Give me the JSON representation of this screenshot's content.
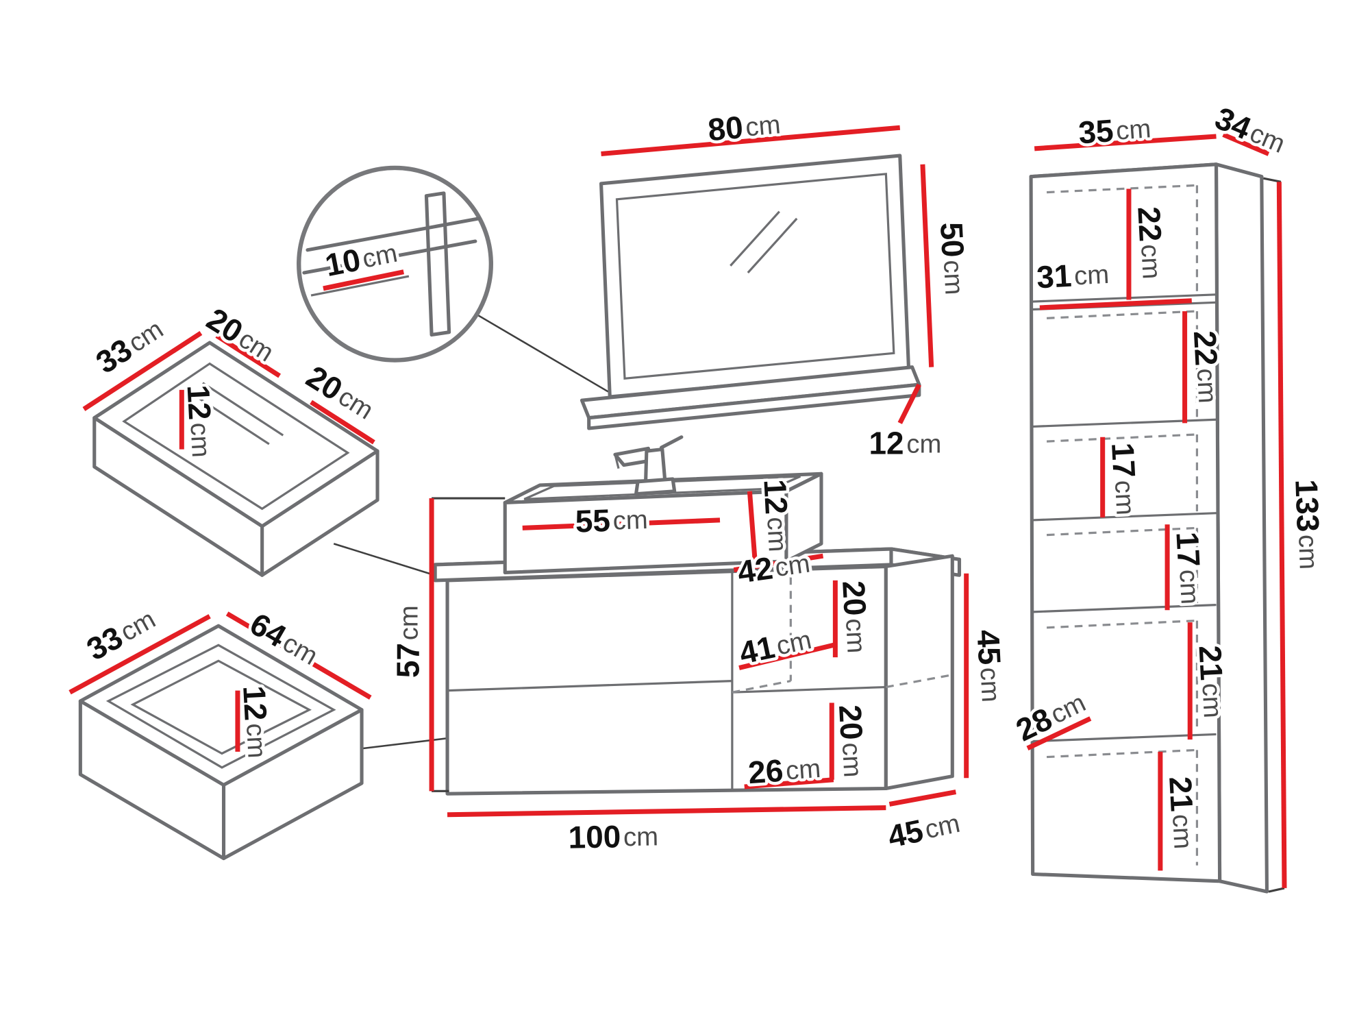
{
  "diagram": {
    "subject": "bathroom-furniture-set-dimensions"
  },
  "colors": {
    "dimension_red": "#e31e24",
    "furniture_gray": "#6d6e71",
    "text_black": "#101010"
  },
  "labels": {
    "mirror_width": {
      "v": "80",
      "u": "cm"
    },
    "mirror_height": {
      "v": "50",
      "u": "cm"
    },
    "mirror_shelf_depth": {
      "v": "12",
      "u": "cm"
    },
    "detail_shelf_depth": {
      "v": "10",
      "u": "cm"
    },
    "basin_drawer_depth": {
      "v": "33",
      "u": "cm"
    },
    "basin_drawer_left_width": {
      "v": "20",
      "u": "cm"
    },
    "basin_drawer_height": {
      "v": "12",
      "u": "cm"
    },
    "basin_drawer_right_width": {
      "v": "20",
      "u": "cm"
    },
    "lower_drawer_depth": {
      "v": "33",
      "u": "cm"
    },
    "lower_drawer_width": {
      "v": "64",
      "u": "cm"
    },
    "lower_drawer_height": {
      "v": "12",
      "u": "cm"
    },
    "sink_width": {
      "v": "55",
      "u": "cm"
    },
    "sink_height": {
      "v": "12",
      "u": "cm"
    },
    "counter_depth": {
      "v": "42",
      "u": "cm"
    },
    "vanity_total_height": {
      "v": "57",
      "u": "cm"
    },
    "niche_top_height": {
      "v": "20",
      "u": "cm"
    },
    "niche_width": {
      "v": "41",
      "u": "cm"
    },
    "niche_bottom_height": {
      "v": "20",
      "u": "cm"
    },
    "niche_inner_width": {
      "v": "26",
      "u": "cm"
    },
    "vanity_side_height": {
      "v": "45",
      "u": "cm"
    },
    "vanity_width": {
      "v": "100",
      "u": "cm"
    },
    "vanity_depth": {
      "v": "45",
      "u": "cm"
    },
    "column_width": {
      "v": "35",
      "u": "cm"
    },
    "column_depth": {
      "v": "34",
      "u": "cm"
    },
    "column_shelf1_height": {
      "v": "22",
      "u": "cm"
    },
    "column_inner_width": {
      "v": "31",
      "u": "cm"
    },
    "column_shelf2_height": {
      "v": "22",
      "u": "cm"
    },
    "column_shelf3_height": {
      "v": "17",
      "u": "cm"
    },
    "column_shelf4_height": {
      "v": "17",
      "u": "cm"
    },
    "column_shelf5_height": {
      "v": "21",
      "u": "cm"
    },
    "column_inner_depth": {
      "v": "28",
      "u": "cm"
    },
    "column_shelf6_height": {
      "v": "21",
      "u": "cm"
    },
    "column_height": {
      "v": "133",
      "u": "cm"
    }
  }
}
